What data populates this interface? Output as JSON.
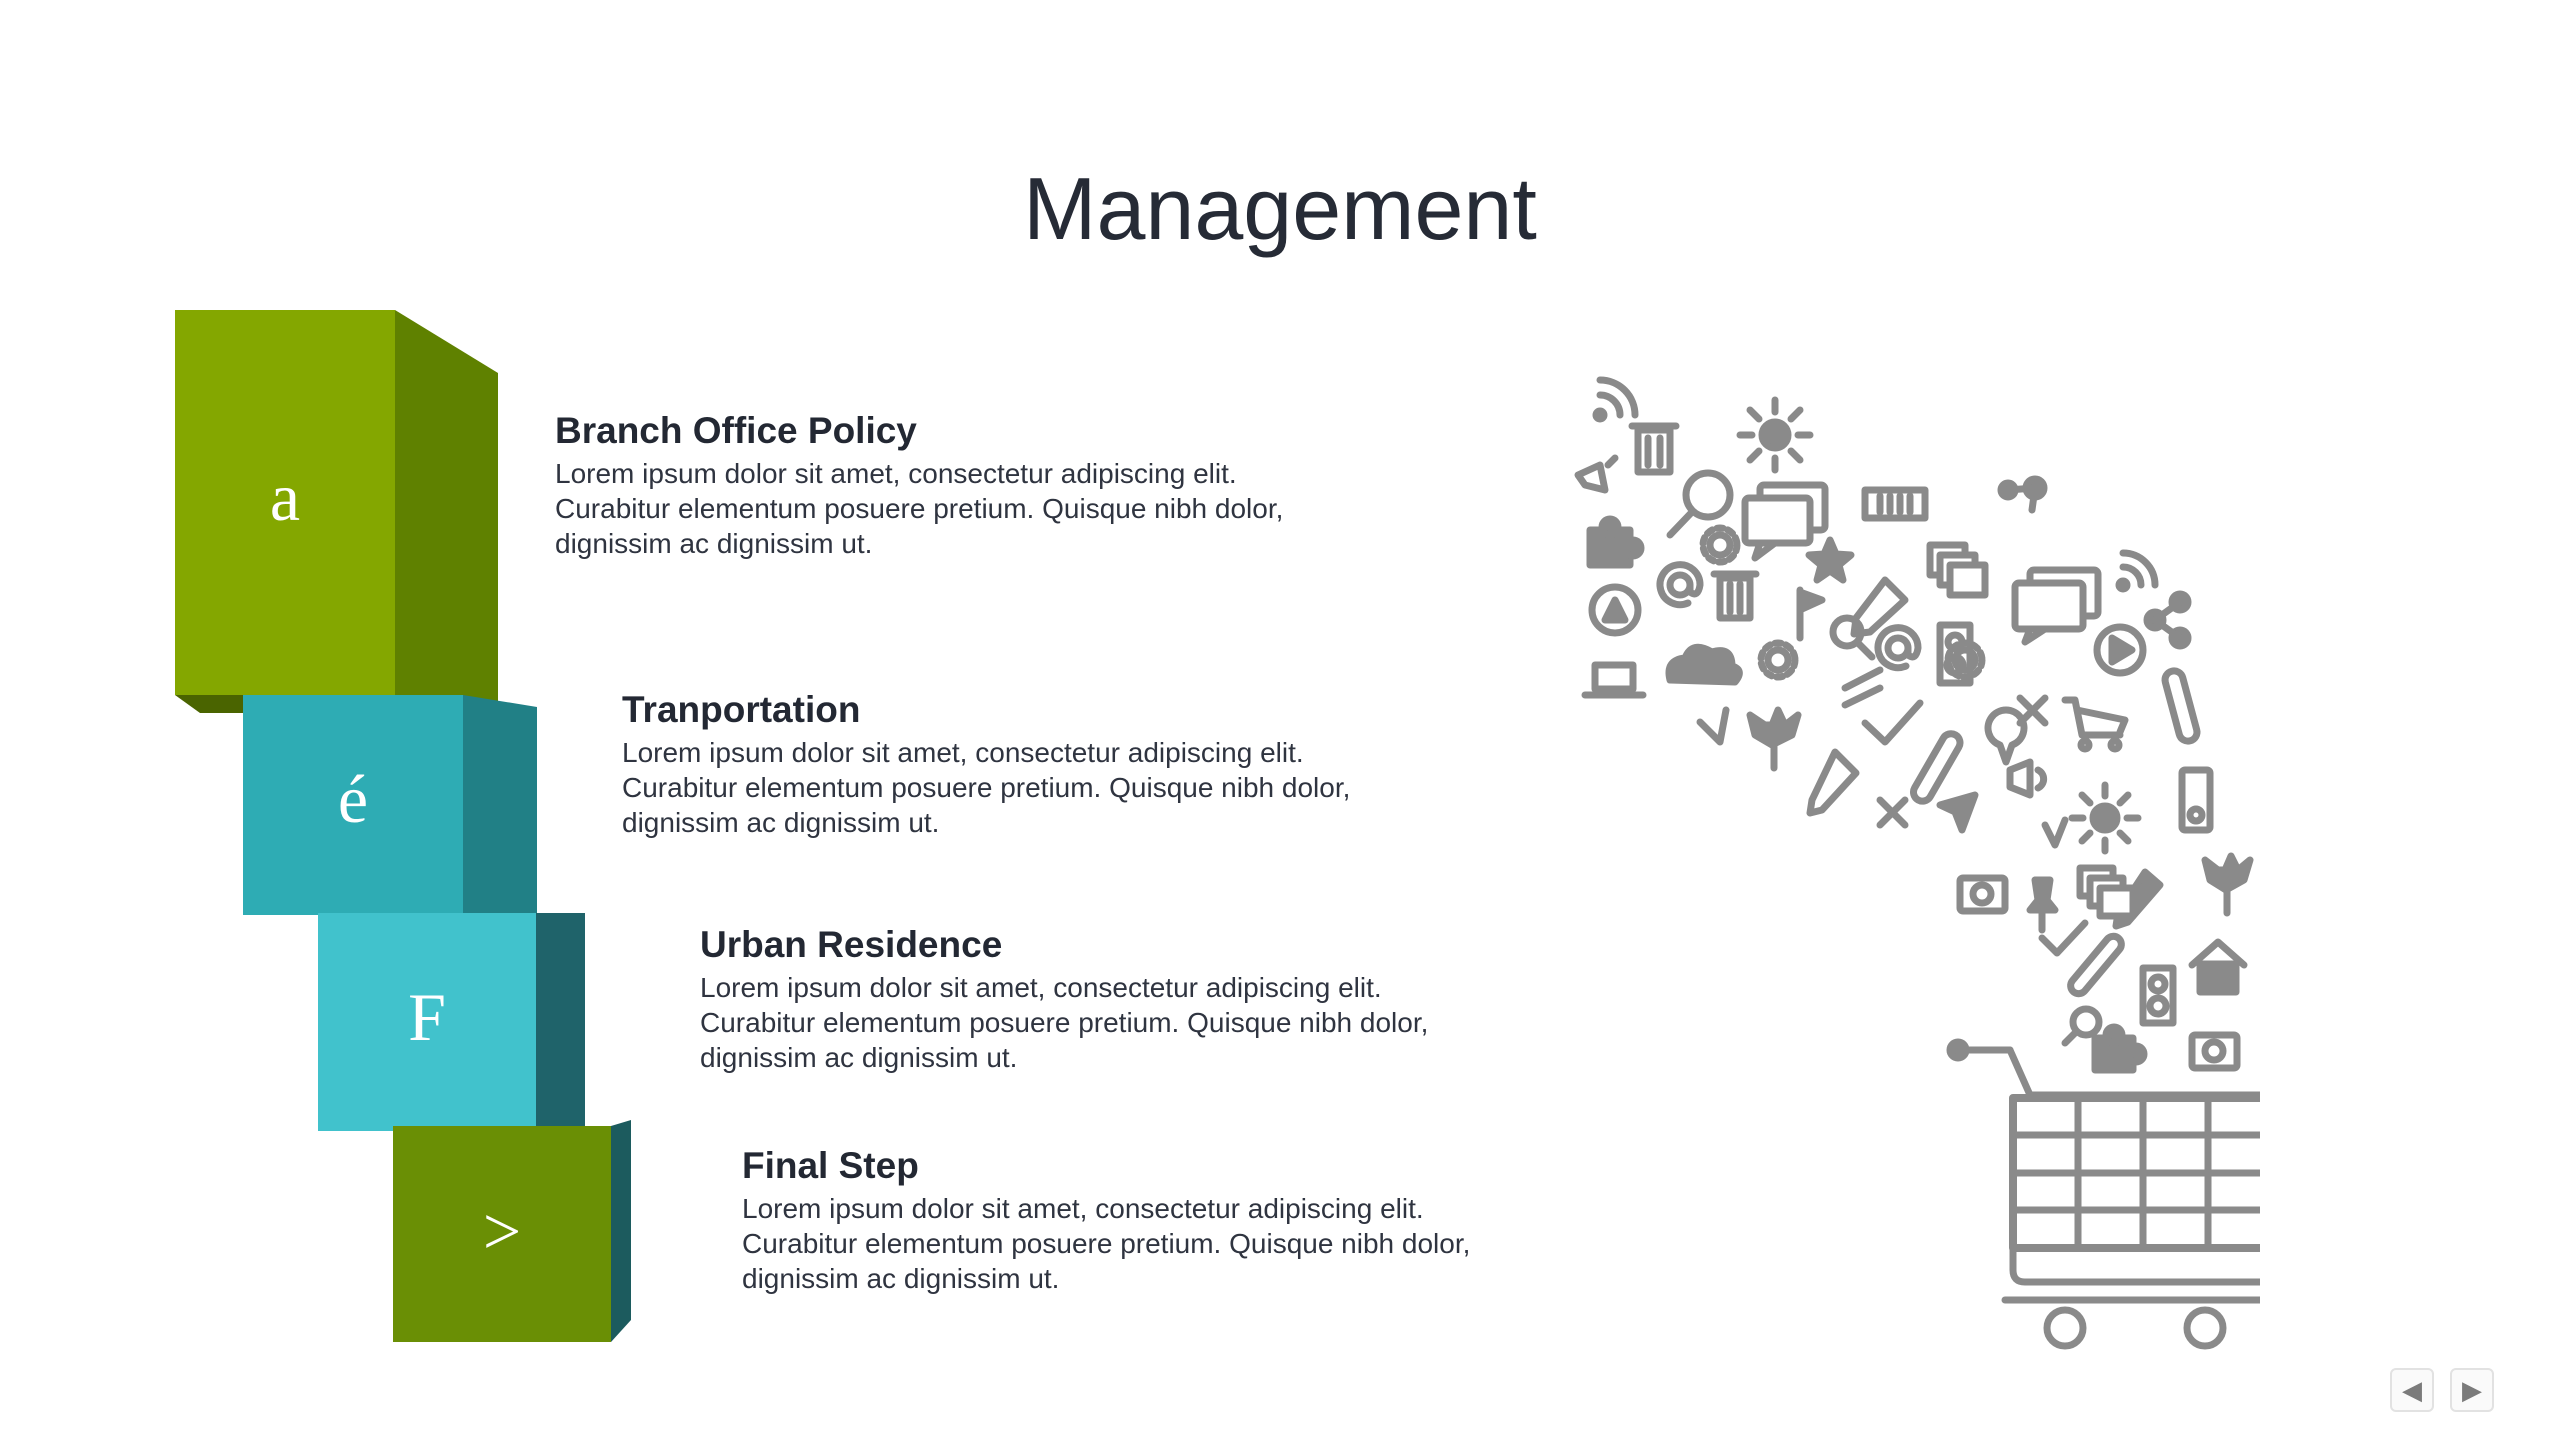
{
  "slide": {
    "title": "Management"
  },
  "cubes": [
    {
      "glyph": "a"
    },
    {
      "glyph": "é"
    },
    {
      "glyph": "F"
    },
    {
      "glyph": ">"
    }
  ],
  "steps": [
    {
      "title": "Branch Office Policy",
      "body": "Lorem ipsum dolor sit amet, consectetur adipiscing elit. Curabitur elementum posuere pretium. Quisque nibh dolor, dignissim ac dignissim ut."
    },
    {
      "title": "Tranportation",
      "body": "Lorem ipsum dolor sit amet, consectetur adipiscing elit. Curabitur elementum posuere pretium. Quisque nibh dolor, dignissim ac dignissim ut."
    },
    {
      "title": "Urban Residence",
      "body": "Lorem ipsum dolor sit amet, consectetur adipiscing elit. Curabitur elementum posuere pretium. Quisque nibh dolor, dignissim ac dignissim ut."
    },
    {
      "title": "Final Step",
      "body": "Lorem ipsum dolor sit amet, consectetur adipiscing elit. Curabitur elementum posuere pretium. Quisque nibh dolor, dignissim ac dignissim ut."
    }
  ],
  "colors": {
    "green": "#84a700",
    "teal": "#2eacb4",
    "cyan": "#41c2cc",
    "dark_green": "#6a8f05",
    "icon_gray": "#8a8a8a"
  },
  "icons": {
    "illustration": "shopping-cart-with-web-icons",
    "nav_prev": "prev-arrow-icon",
    "nav_next": "next-arrow-icon"
  }
}
